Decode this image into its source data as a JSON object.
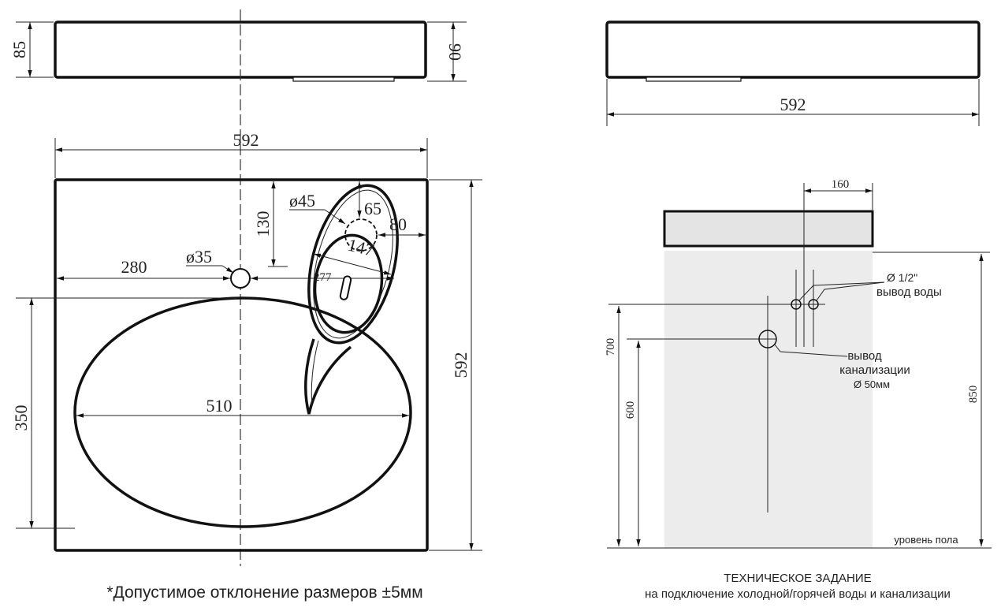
{
  "left_view": {
    "side_height_left": "85",
    "side_height_right": "90",
    "width_top": "592",
    "height_right": "592",
    "tap_hole_diameter": "ø35",
    "tap_hole_offset": "280",
    "faucet_hole_diameter": "ø45",
    "faucet_top_offset": "130",
    "faucet_dim_65": "65",
    "faucet_dim_80": "80",
    "faucet_dim_147": "147",
    "faucet_dim_277": "277",
    "bowl_width": "510",
    "bowl_depth": "350"
  },
  "right_view": {
    "side_width": "592",
    "offset_160": "160",
    "water_outlet_diameter": "Ø 1/2\"",
    "water_outlet_label": "вывод воды",
    "sewer_label_1": "вывод",
    "sewer_label_2": "канализации",
    "sewer_diameter": "Ø 50мм",
    "height_700": "700",
    "height_600": "600",
    "height_850": "850",
    "floor_label": "уровень пола"
  },
  "captions": {
    "tolerance": "*Допустимое отклонение размеров ±5мм",
    "tech_title": "ТЕХНИЧЕСКОЕ ЗАДАНИЕ",
    "tech_subtitle": "на подключение холодной/горячей воды и канализации"
  }
}
